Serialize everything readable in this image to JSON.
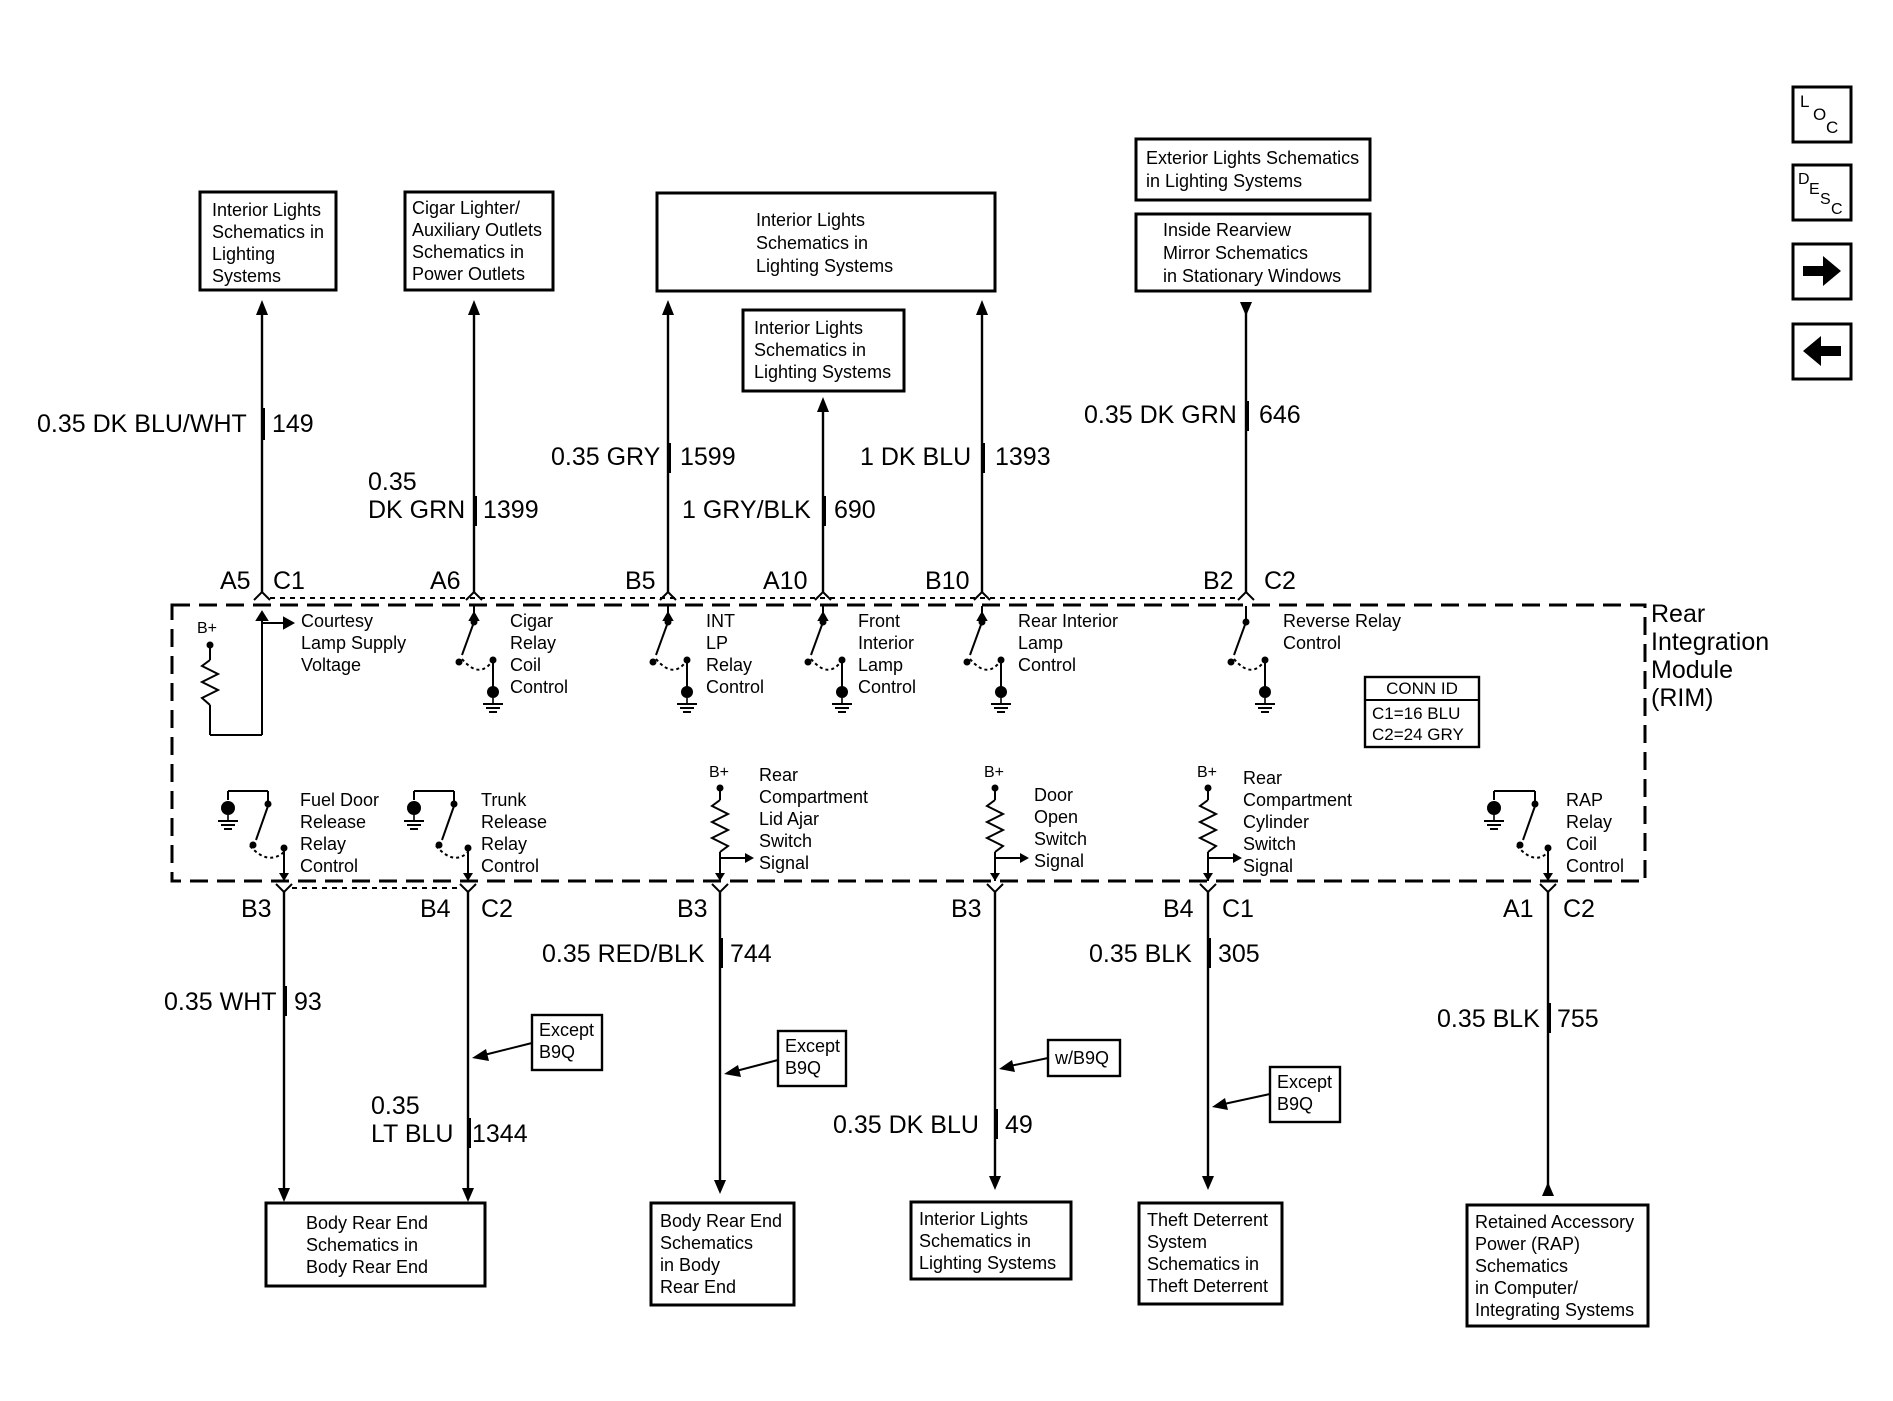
{
  "nav": {
    "loc": [
      "L",
      "O",
      "C"
    ],
    "desc": [
      "D",
      "E",
      "S",
      "C"
    ],
    "next_icon": "right-arrow-icon",
    "prev_icon": "left-arrow-icon"
  },
  "module": {
    "name": [
      "Rear",
      "Integration",
      "Module",
      "(RIM)"
    ],
    "conn_id": {
      "title": "CONN ID",
      "lines": [
        "C1=16 BLU",
        "C2=24 GRY"
      ]
    }
  },
  "top_boxes": [
    {
      "lines": [
        "Interior Lights",
        "Schematics in",
        "Lighting",
        "Systems"
      ]
    },
    {
      "lines": [
        "Cigar Lighter/",
        "Auxiliary Outlets",
        "Schematics in",
        "Power Outlets"
      ]
    },
    {
      "lines": [
        "Interior Lights",
        "Schematics in",
        "Lighting Systems"
      ]
    },
    {
      "lines": [
        "Interior Lights",
        "Schematics in",
        "Lighting Systems"
      ]
    },
    {
      "lines": [
        "Exterior Lights Schematics",
        "in Lighting Systems"
      ]
    },
    {
      "lines": [
        "Inside Rearview",
        "Mirror Schematics",
        "in Stationary Windows"
      ]
    }
  ],
  "top_wires": [
    {
      "gauge": "0.35 DK BLU/WHT",
      "circuit": "149",
      "pin": "A5",
      "conn": "C1"
    },
    {
      "gauge": [
        "0.35",
        "DK GRN"
      ],
      "circuit": "1399",
      "pin": "A6"
    },
    {
      "gauge": "0.35 GRY",
      "circuit": "1599",
      "pin": "B5"
    },
    {
      "gauge": "1 GRY/BLK",
      "circuit": "690",
      "pin": "A10"
    },
    {
      "gauge": "1 DK BLU",
      "circuit": "1393",
      "pin": "B10"
    },
    {
      "gauge": "0.35 DK GRN",
      "circuit": "646",
      "pin": "B2",
      "conn": "C2"
    }
  ],
  "upper_functions": [
    {
      "lines": [
        "Courtesy",
        "Lamp Supply",
        "Voltage"
      ],
      "supply": "B+"
    },
    {
      "lines": [
        "Cigar",
        "Relay",
        "Coil",
        "Control"
      ]
    },
    {
      "lines": [
        "INT",
        "LP",
        "Relay",
        "Control"
      ]
    },
    {
      "lines": [
        "Front",
        "Interior",
        "Lamp",
        "Control"
      ]
    },
    {
      "lines": [
        "Rear Interior",
        "Lamp",
        "Control"
      ]
    },
    {
      "lines": [
        "Reverse Relay",
        "Control"
      ]
    }
  ],
  "lower_functions": [
    {
      "lines": [
        "Fuel Door",
        "Release",
        "Relay",
        "Control"
      ]
    },
    {
      "lines": [
        "Trunk",
        "Release",
        "Relay",
        "Control"
      ]
    },
    {
      "lines": [
        "Rear",
        "Compartment",
        "Lid Ajar",
        "Switch",
        "Signal"
      ],
      "supply": "B+"
    },
    {
      "lines": [
        "Door",
        "Open",
        "Switch",
        "Signal"
      ],
      "supply": "B+"
    },
    {
      "lines": [
        "Rear",
        "Compartment",
        "Cylinder",
        "Switch",
        "Signal"
      ],
      "supply": "B+"
    },
    {
      "lines": [
        "RAP",
        "Relay",
        "Coil",
        "Control"
      ]
    }
  ],
  "bottom_wires": [
    {
      "gauge": "0.35 WHT",
      "circuit": "93",
      "pin": "B3"
    },
    {
      "gauge": [
        "0.35",
        "LT BLU"
      ],
      "circuit": "1344",
      "pin": "B4",
      "conn": "C2"
    },
    {
      "gauge": "0.35 RED/BLK",
      "circuit": "744",
      "pin": "B3"
    },
    {
      "gauge": "0.35 DK BLU",
      "circuit": "49",
      "pin": "B3"
    },
    {
      "gauge": "0.35 BLK",
      "circuit": "305",
      "pin": "B4",
      "conn": "C1"
    },
    {
      "gauge": "0.35 BLK",
      "circuit": "755",
      "pin": "A1",
      "conn": "C2"
    }
  ],
  "notes": [
    {
      "lines": [
        "Except",
        "B9Q"
      ]
    },
    {
      "lines": [
        "Except",
        "B9Q"
      ]
    },
    {
      "lines": [
        "w/B9Q"
      ]
    },
    {
      "lines": [
        "Except",
        "B9Q"
      ]
    }
  ],
  "bottom_boxes": [
    {
      "lines": [
        "Body Rear End",
        "Schematics in",
        "Body Rear End"
      ]
    },
    {
      "lines": [
        "Body Rear End",
        "Schematics",
        "in Body",
        "Rear End"
      ]
    },
    {
      "lines": [
        "Interior Lights",
        "Schematics in",
        "Lighting Systems"
      ]
    },
    {
      "lines": [
        "Theft Deterrent",
        "System",
        "Schematics in",
        "Theft Deterrent"
      ]
    },
    {
      "lines": [
        "Retained Accessory",
        "Power (RAP)",
        "Schematics",
        "in Computer/",
        "Integrating Systems"
      ]
    }
  ]
}
